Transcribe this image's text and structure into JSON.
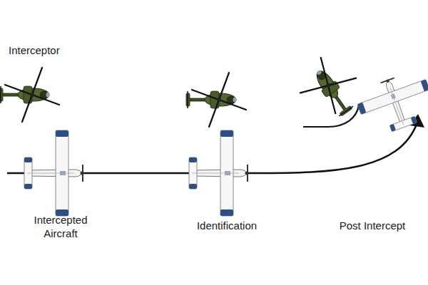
{
  "diagram": {
    "labels": [
      "Interceptor",
      "Intercepted Aircraft",
      "Identification",
      "Post Intercept"
    ]
  }
}
